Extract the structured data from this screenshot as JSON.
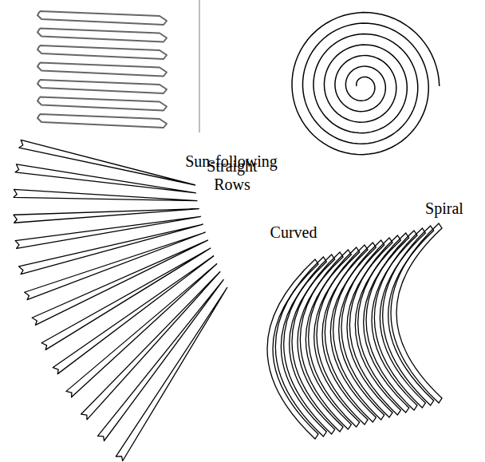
{
  "diagram": {
    "labels": [
      "Straight Rows",
      "Sun-following",
      "Spiral",
      "Curved"
    ]
  }
}
